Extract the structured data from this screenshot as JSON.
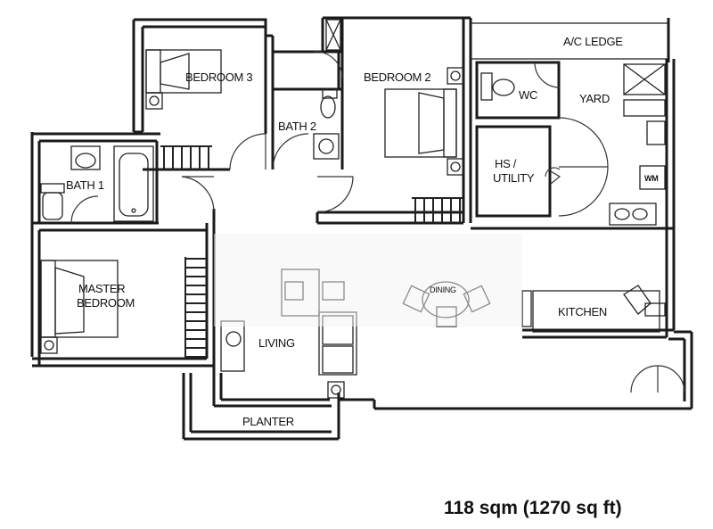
{
  "plan": {
    "rooms": {
      "bedroom3": "BEDROOM 3",
      "bedroom2": "BEDROOM 2",
      "ac_ledge": "A/C LEDGE",
      "wc": "WC",
      "yard": "YARD",
      "bath2": "BATH 2",
      "bath1": "BATH 1",
      "hs_utility_line1": "HS /",
      "hs_utility_line2": "UTILITY",
      "wm": "WM",
      "master_line1": "MASTER",
      "master_line2": "BEDROOM",
      "living": "LIVING",
      "dining": "DINING",
      "kitchen": "KITCHEN",
      "planter": "PLANTER"
    },
    "area_text": "118 sqm (1270 sq ft)"
  }
}
